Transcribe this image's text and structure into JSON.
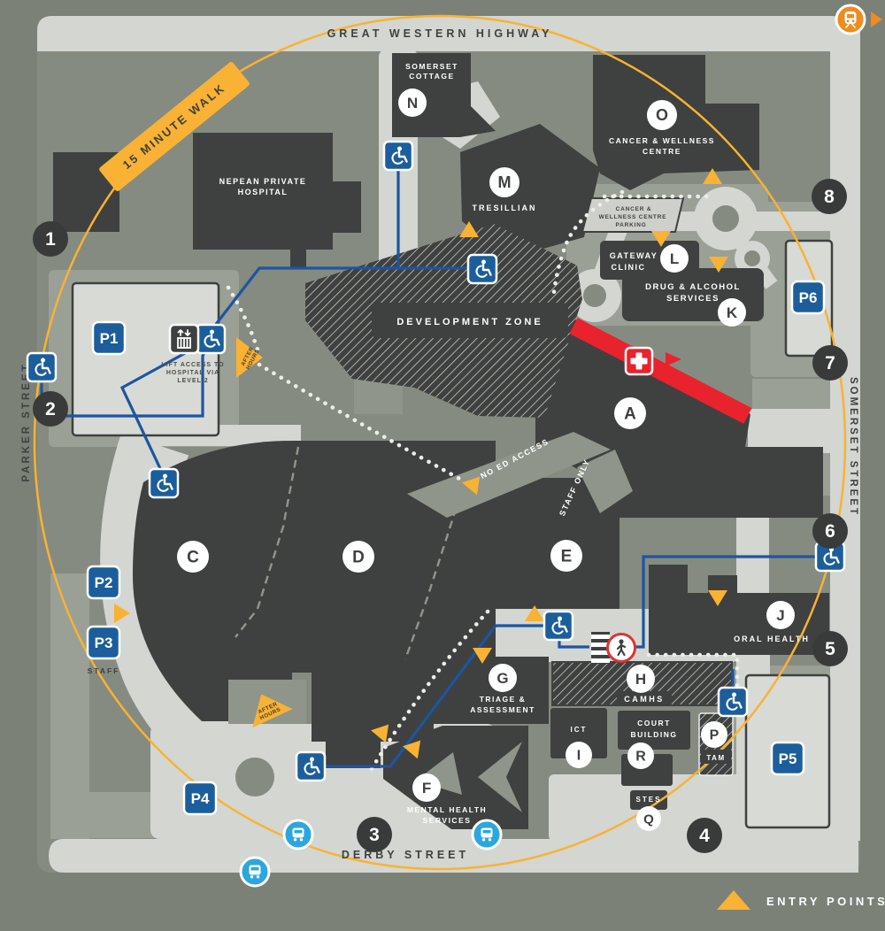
{
  "streets": {
    "top": "GREAT WESTERN HIGHWAY",
    "left": "PARKER STREET",
    "right": "SOMERSET STREET",
    "bottom": "DERBY STREET"
  },
  "ring": {
    "label": "15 MINUTE WALK"
  },
  "legend": {
    "entry_points": "ENTRY POINTS"
  },
  "labels": {
    "nepean": [
      "NEPEAN PRIVATE",
      "HOSPITAL"
    ],
    "somerset_cottage": [
      "SOMERSET",
      "COTTAGE"
    ],
    "tresillian": "TRESILLIAN",
    "cancer_wellness": [
      "CANCER & WELLNESS",
      "CENTRE"
    ],
    "cancer_parking": [
      "CANCER &",
      "WELLNESS CENTRE",
      "PARKING"
    ],
    "gateway_clinic": [
      "GATEWAY",
      "CLINIC"
    ],
    "drug_alcohol": [
      "DRUG & ALCOHOL",
      "SERVICES"
    ],
    "development_zone": "DEVELOPMENT ZONE",
    "lift_access": [
      "LIFT ACCESS TO",
      "HOSPITAL VIA",
      "LEVEL 2"
    ],
    "no_ed_access": "NO ED ACCESS",
    "staff_only": "STAFF ONLY",
    "after_hours": [
      "AFTER",
      "HOURS"
    ],
    "oral_health": "ORAL HEALTH",
    "camhs": "CAMHS",
    "triage": [
      "TRIAGE &",
      "ASSESSMENT"
    ],
    "mental_health": [
      "MENTAL HEALTH",
      "SERVICES"
    ],
    "ict": "ICT",
    "court": [
      "COURT",
      "BUILDING"
    ],
    "stes": "STES",
    "tam": "TAM",
    "staff": "STAFF"
  },
  "markers": {
    "letters": [
      "A",
      "C",
      "D",
      "E",
      "F",
      "G",
      "H",
      "I",
      "J",
      "K",
      "L",
      "M",
      "N",
      "O",
      "P",
      "Q",
      "R"
    ],
    "numbers": [
      "1",
      "2",
      "3",
      "4",
      "5",
      "6",
      "7",
      "8"
    ]
  },
  "parking_signs": [
    "P1",
    "P2",
    "P3",
    "P4",
    "P5",
    "P6"
  ],
  "colors": {
    "page_background": "#7b8177",
    "map_background": "#858b81",
    "road_light": "#d3d6d1",
    "parking_gray": "#9aa095",
    "building_dark": "#3e413f",
    "light_building": "#d8dad6",
    "accent_yellow": "#f9b234",
    "route_blue": "#1d55a0",
    "sign_blue": "#1b5e9b",
    "bus_blue": "#2aa7de",
    "train_orange": "#ef8b1f",
    "emergency_red": "#e8232e"
  }
}
